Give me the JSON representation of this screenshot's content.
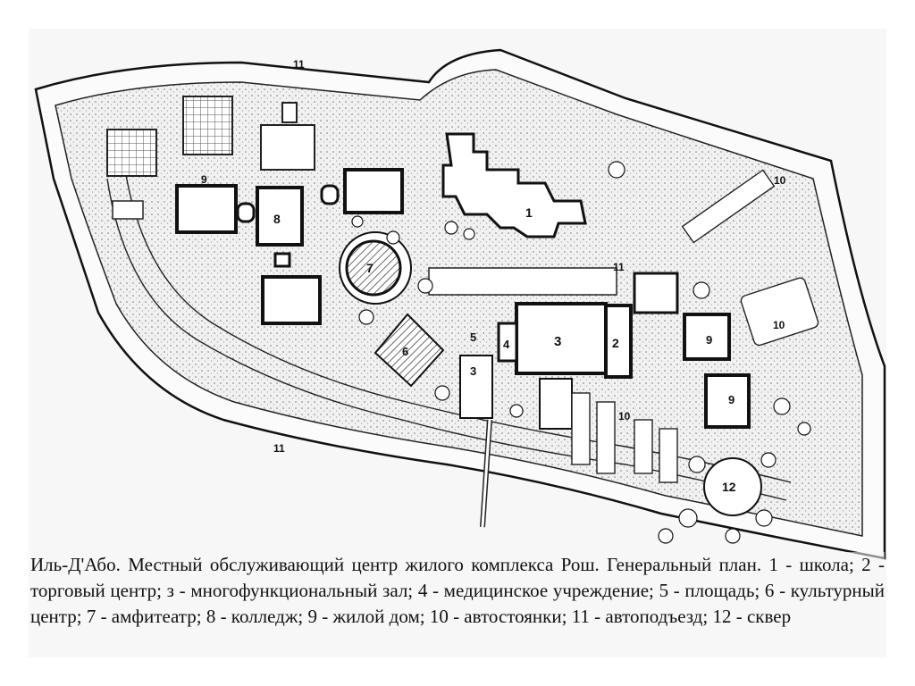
{
  "plan": {
    "labels": {
      "n1": "1",
      "n2": "2",
      "n3a": "3",
      "n3b": "3",
      "n4": "4",
      "n5": "5",
      "n6": "6",
      "n7": "7",
      "n8": "8",
      "n9a": "9",
      "n9b": "9",
      "n9c": "9",
      "n10a": "10",
      "n10b": "10",
      "n10c": "10",
      "n11a": "11",
      "n11b": "11",
      "n11c": "11",
      "n12": "12"
    }
  },
  "caption": "Иль-Д'Або. Местный обслуживающий центр жилого комплекса Рош. Генеральный план. 1 - школа; 2 - торговый центр; з - многофункциональный зал; 4 - медицинское учреждение; 5 - площадь; 6 - культурный центр; 7 - амфитеатр; 8 - колледж; 9 - жилой дом; 10 - автостоянки; 11 - автоподъезд; 12 - сквер"
}
